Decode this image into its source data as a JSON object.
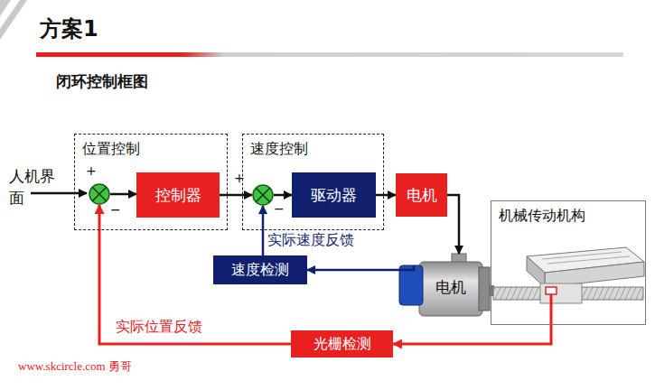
{
  "diagram": {
    "title": "方案1",
    "nodes": [
      {
        "text": [
          "位置控制"
        ]
      },
      {
        "text": [
          "+",
          "−"
        ],
        "in": 0
      },
      {
        "text": [
          "控制器"
        ],
        "in": 0
      },
      {
        "text": [
          "速度控制"
        ]
      },
      {
        "text": [
          "+",
          "−"
        ],
        "in": 3
      },
      {
        "text": [
          "驱动器"
        ],
        "in": 3
      },
      {
        "text": [
          "电机"
        ]
      },
      {
        "text": [
          "机械传动机构"
        ]
      },
      {
        "text": [
          "速度检测"
        ]
      },
      {
        "text": [
          "电机"
        ]
      },
      {
        "text": [
          "光栅检测"
        ]
      }
    ],
    "edges": [
      {
        "from": 1,
        "to": 2,
        "arrow": "to"
      },
      {
        "from": 2,
        "to": 4,
        "arrow": "to"
      },
      {
        "from": 4,
        "to": 5,
        "arrow": "to"
      },
      {
        "from": 5,
        "to": 6,
        "arrow": "to"
      },
      {
        "from": 6,
        "to": 9,
        "arrow": "to"
      },
      {
        "from": 9,
        "to": 8,
        "arrow": "to"
      },
      {
        "from": 8,
        "to": 4,
        "label": "实际速度反馈",
        "arrow": "to"
      },
      {
        "from": 7,
        "to": 10,
        "arrow": "to"
      },
      {
        "from": 10,
        "to": 1,
        "label": "实际位置反馈",
        "arrow": "to"
      }
    ],
    "labels": [
      "闭环控制框图",
      "人机界面",
      "www.skcircle.com 勇哥"
    ]
  }
}
